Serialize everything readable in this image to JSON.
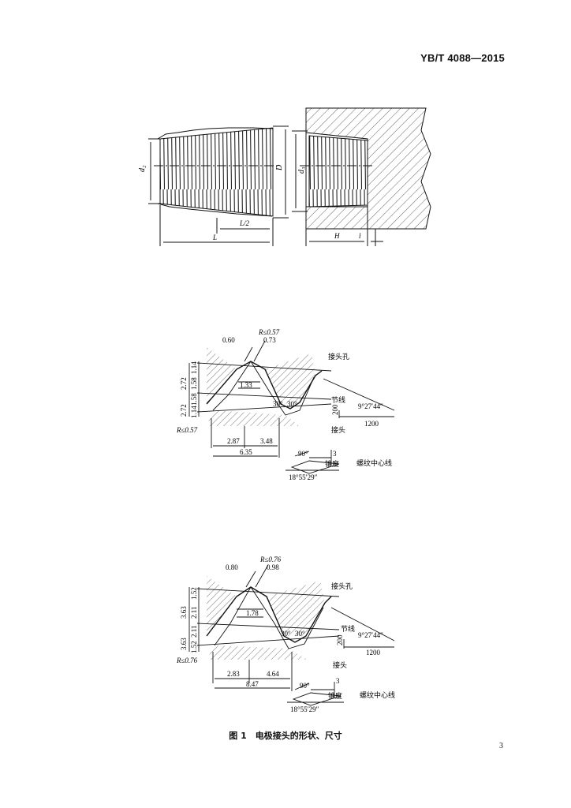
{
  "header": {
    "standard_no": "YB/T 4088—2015"
  },
  "figure_top": {
    "labels": {
      "d2": "d₂",
      "D": "D",
      "d3": "d₃",
      "L2": "L/2",
      "L": "L",
      "H": "H",
      "l": "l"
    }
  },
  "figure_mid": {
    "top_w1": "0.60",
    "radius": "R≤0.57",
    "top_w2": "0.73",
    "left_a": "2.72",
    "left_b": "2.72",
    "h1": "1.14",
    "h2": "1.58",
    "h3": "1.58",
    "h4": "1.14",
    "pitch_small": "1.33",
    "angle1": "30°",
    "angle2": "30°",
    "radius_bottom": "R≤0.57",
    "d1": "2.87",
    "d2": "3.48",
    "d_total": "6.35",
    "hole": "接头孔",
    "pitch_line": "节线",
    "joint": "接头",
    "taper_v": "200",
    "taper_angle": "9°27′44″",
    "taper_h": "1200",
    "right_angle": "90°",
    "taper_3": "3",
    "taper": "锥度",
    "half_angle": "18°55′29″",
    "axis": "螺纹中心线"
  },
  "figure_bot": {
    "top_w1": "0.80",
    "radius": "R≤0.76",
    "top_w2": "0.98",
    "left_a": "3.63",
    "left_b": "3.63",
    "h1": "1.52",
    "h2": "2.11",
    "h3": "2.11",
    "h4": "1.52",
    "pitch_small": "1.78",
    "angle1": "30°",
    "angle2": "30°",
    "radius_bottom": "R≤0.76",
    "d1": "2.83",
    "d2": "4.64",
    "d_total": "8.47",
    "hole": "接头孔",
    "pitch_line": "节线",
    "joint": "接头",
    "taper_v": "200",
    "taper_angle": "9°27′44″",
    "taper_h": "1200",
    "right_angle": "90°",
    "taper_3": "3",
    "taper": "锥度",
    "half_angle": "18°55′29″",
    "axis": "螺纹中心线"
  },
  "caption": "图 1　电极接头的形状、尺寸",
  "page_number": "3"
}
